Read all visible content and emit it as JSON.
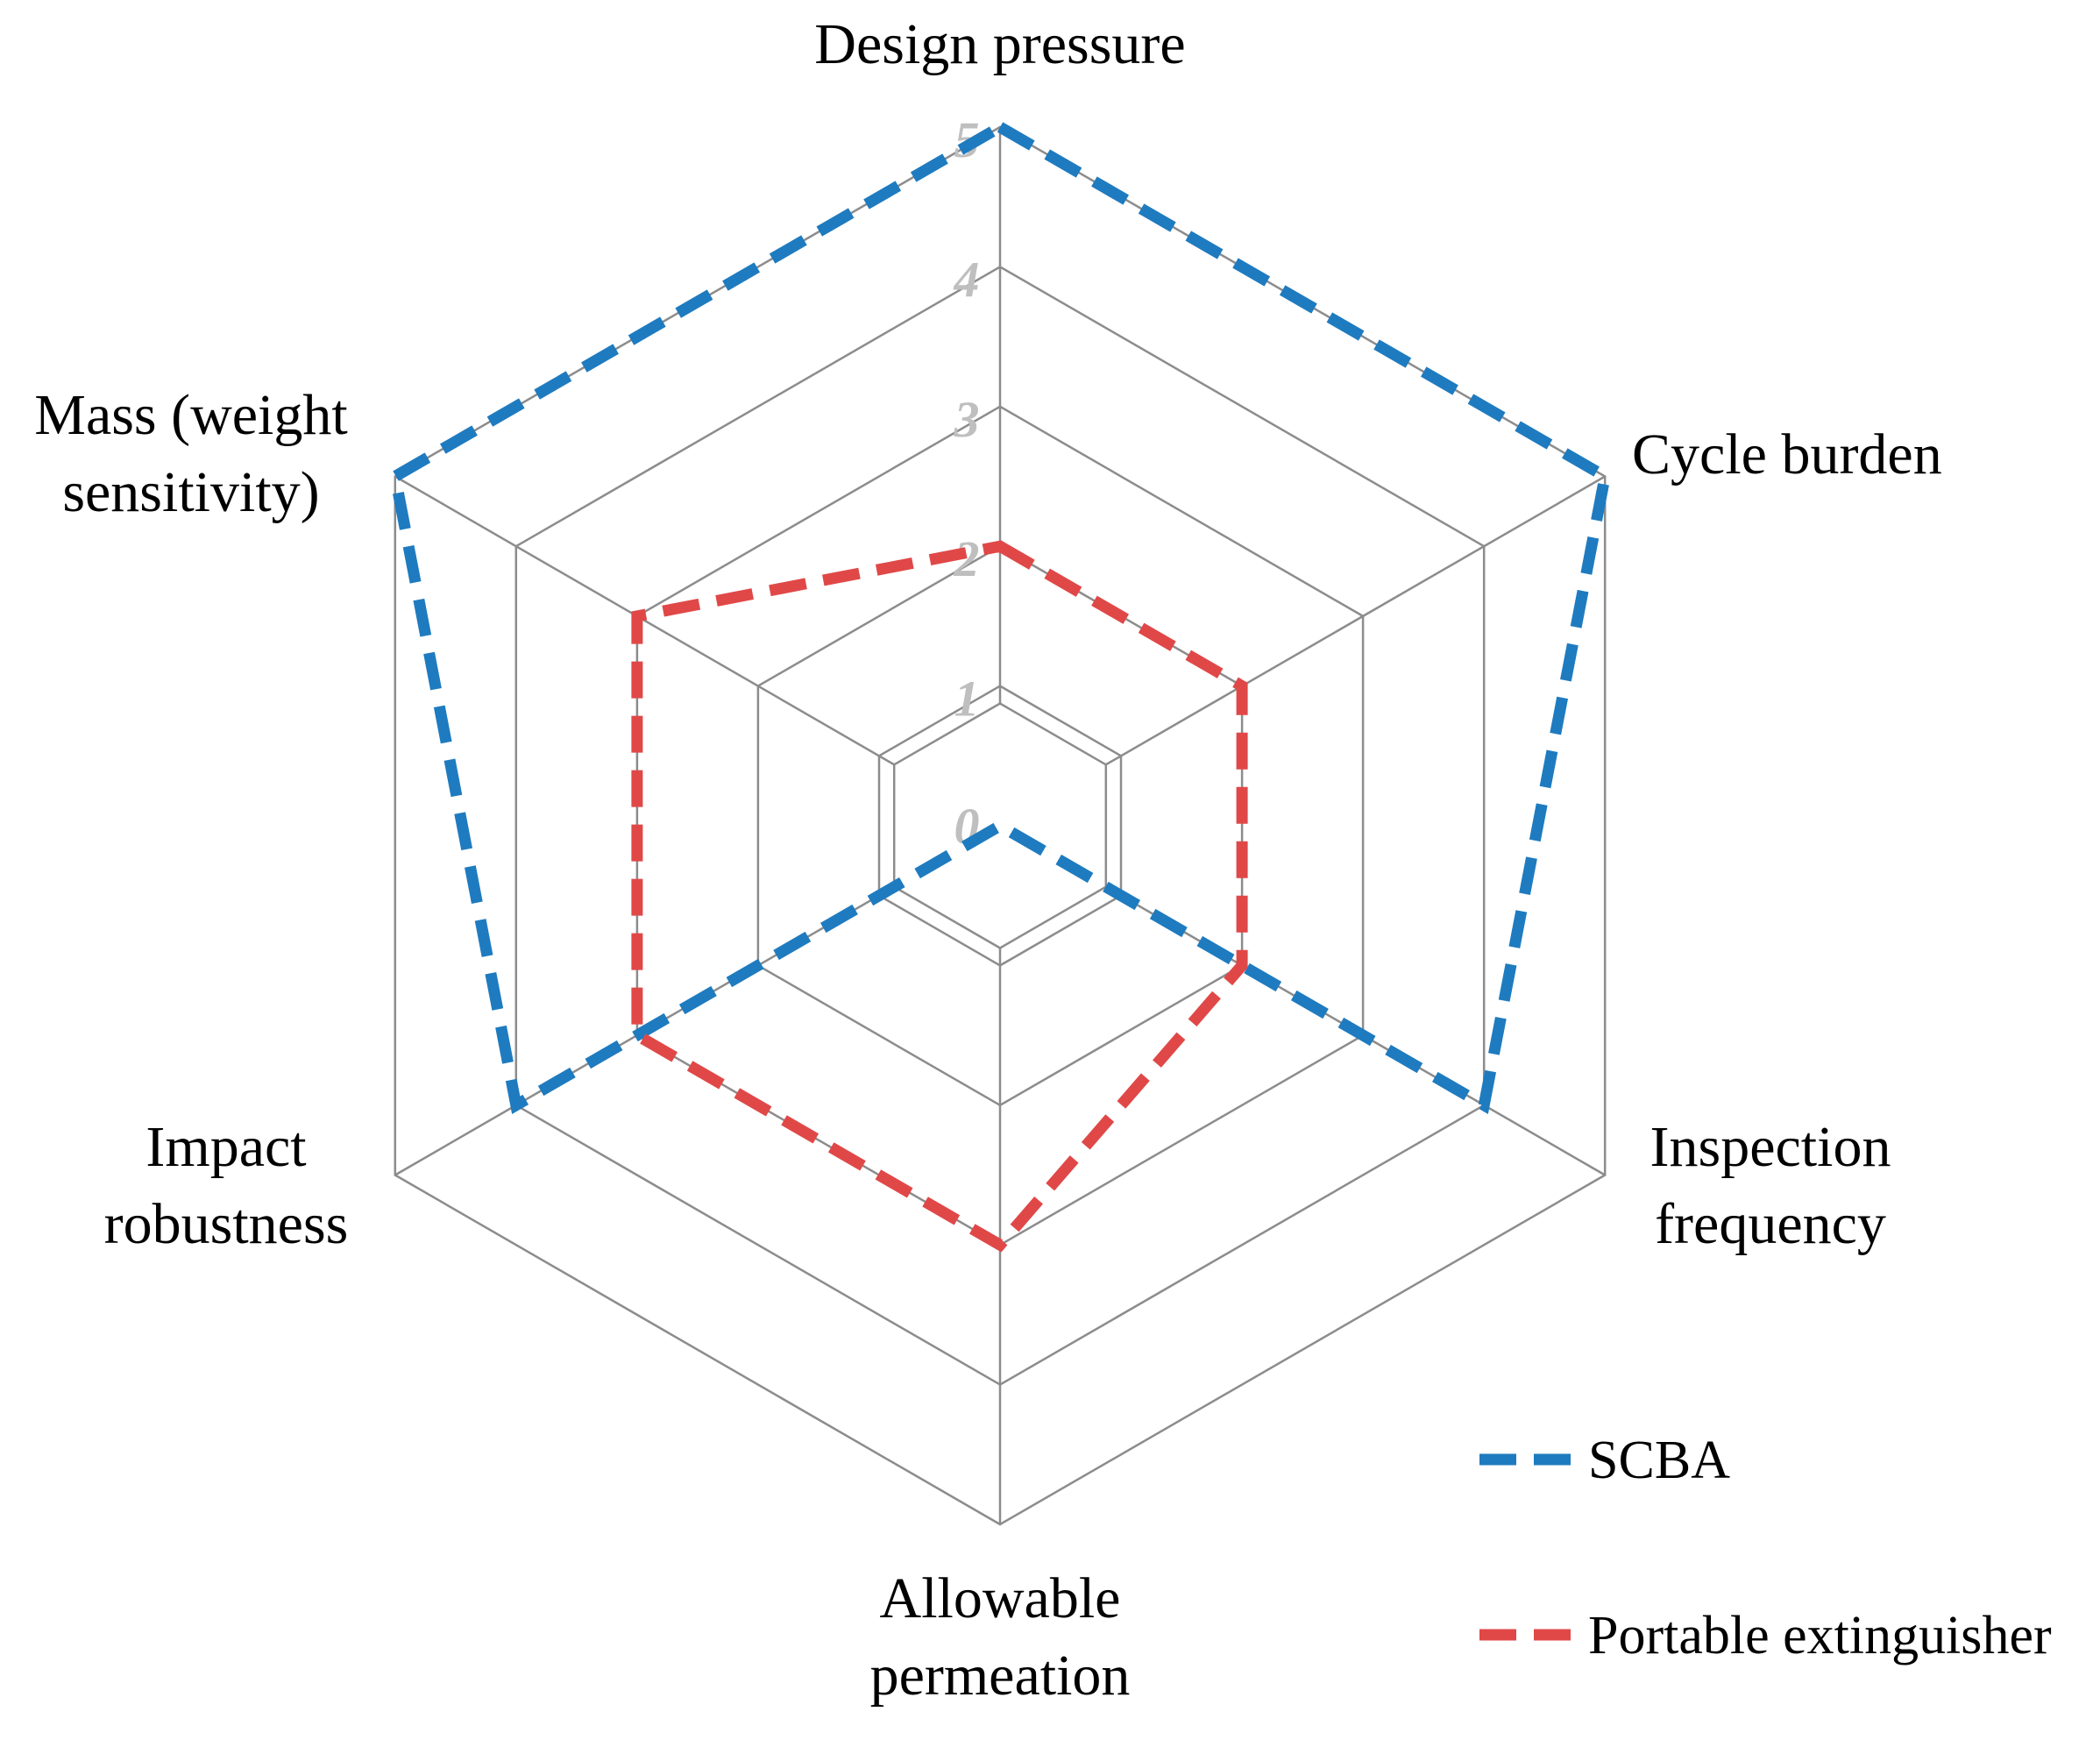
{
  "chart_data": {
    "type": "radar",
    "title": "",
    "axes": [
      [
        "Design pressure"
      ],
      [
        "Cycle burden"
      ],
      [
        "Inspection",
        "frequency"
      ],
      [
        "Allowable",
        "permeation"
      ],
      [
        "Impact",
        "robustness"
      ],
      [
        "Mass (weight",
        "sensitivity)"
      ]
    ],
    "rlim": [
      0,
      5
    ],
    "ticks": [
      "0",
      "1",
      "2",
      "3",
      "4",
      "5"
    ],
    "grid": true,
    "legend": "bottom-right",
    "series": [
      {
        "name": "SCBA",
        "values": [
          5,
          5,
          4,
          0,
          4,
          5
        ],
        "color": "#1f7bbf",
        "style": "dashed"
      },
      {
        "name": "Portable extinguisher",
        "values": [
          2,
          2,
          2,
          3,
          3,
          3
        ],
        "color": "#e04848",
        "style": "dashed"
      }
    ]
  }
}
